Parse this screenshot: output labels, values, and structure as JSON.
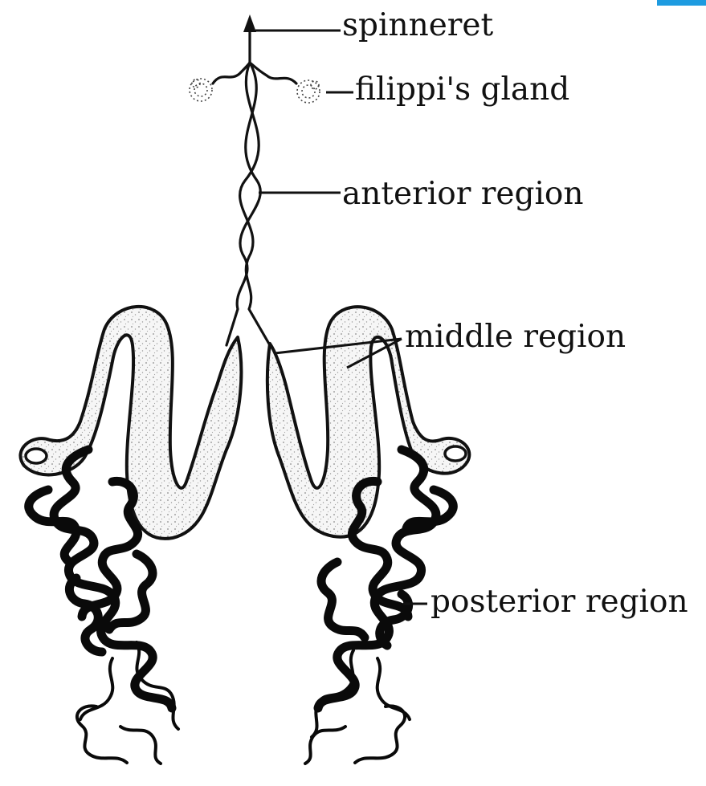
{
  "diagram": {
    "labels": {
      "spinneret": "spinneret",
      "filippis_gland": "filippi's gland",
      "anterior_region": "anterior region",
      "middle_region": "middle region",
      "posterior_region": "posterior region"
    },
    "colors": {
      "ink": "#111111",
      "background": "#ffffff",
      "stipple": "#bfbfbf",
      "corner_accent": "#1e9be0"
    }
  }
}
